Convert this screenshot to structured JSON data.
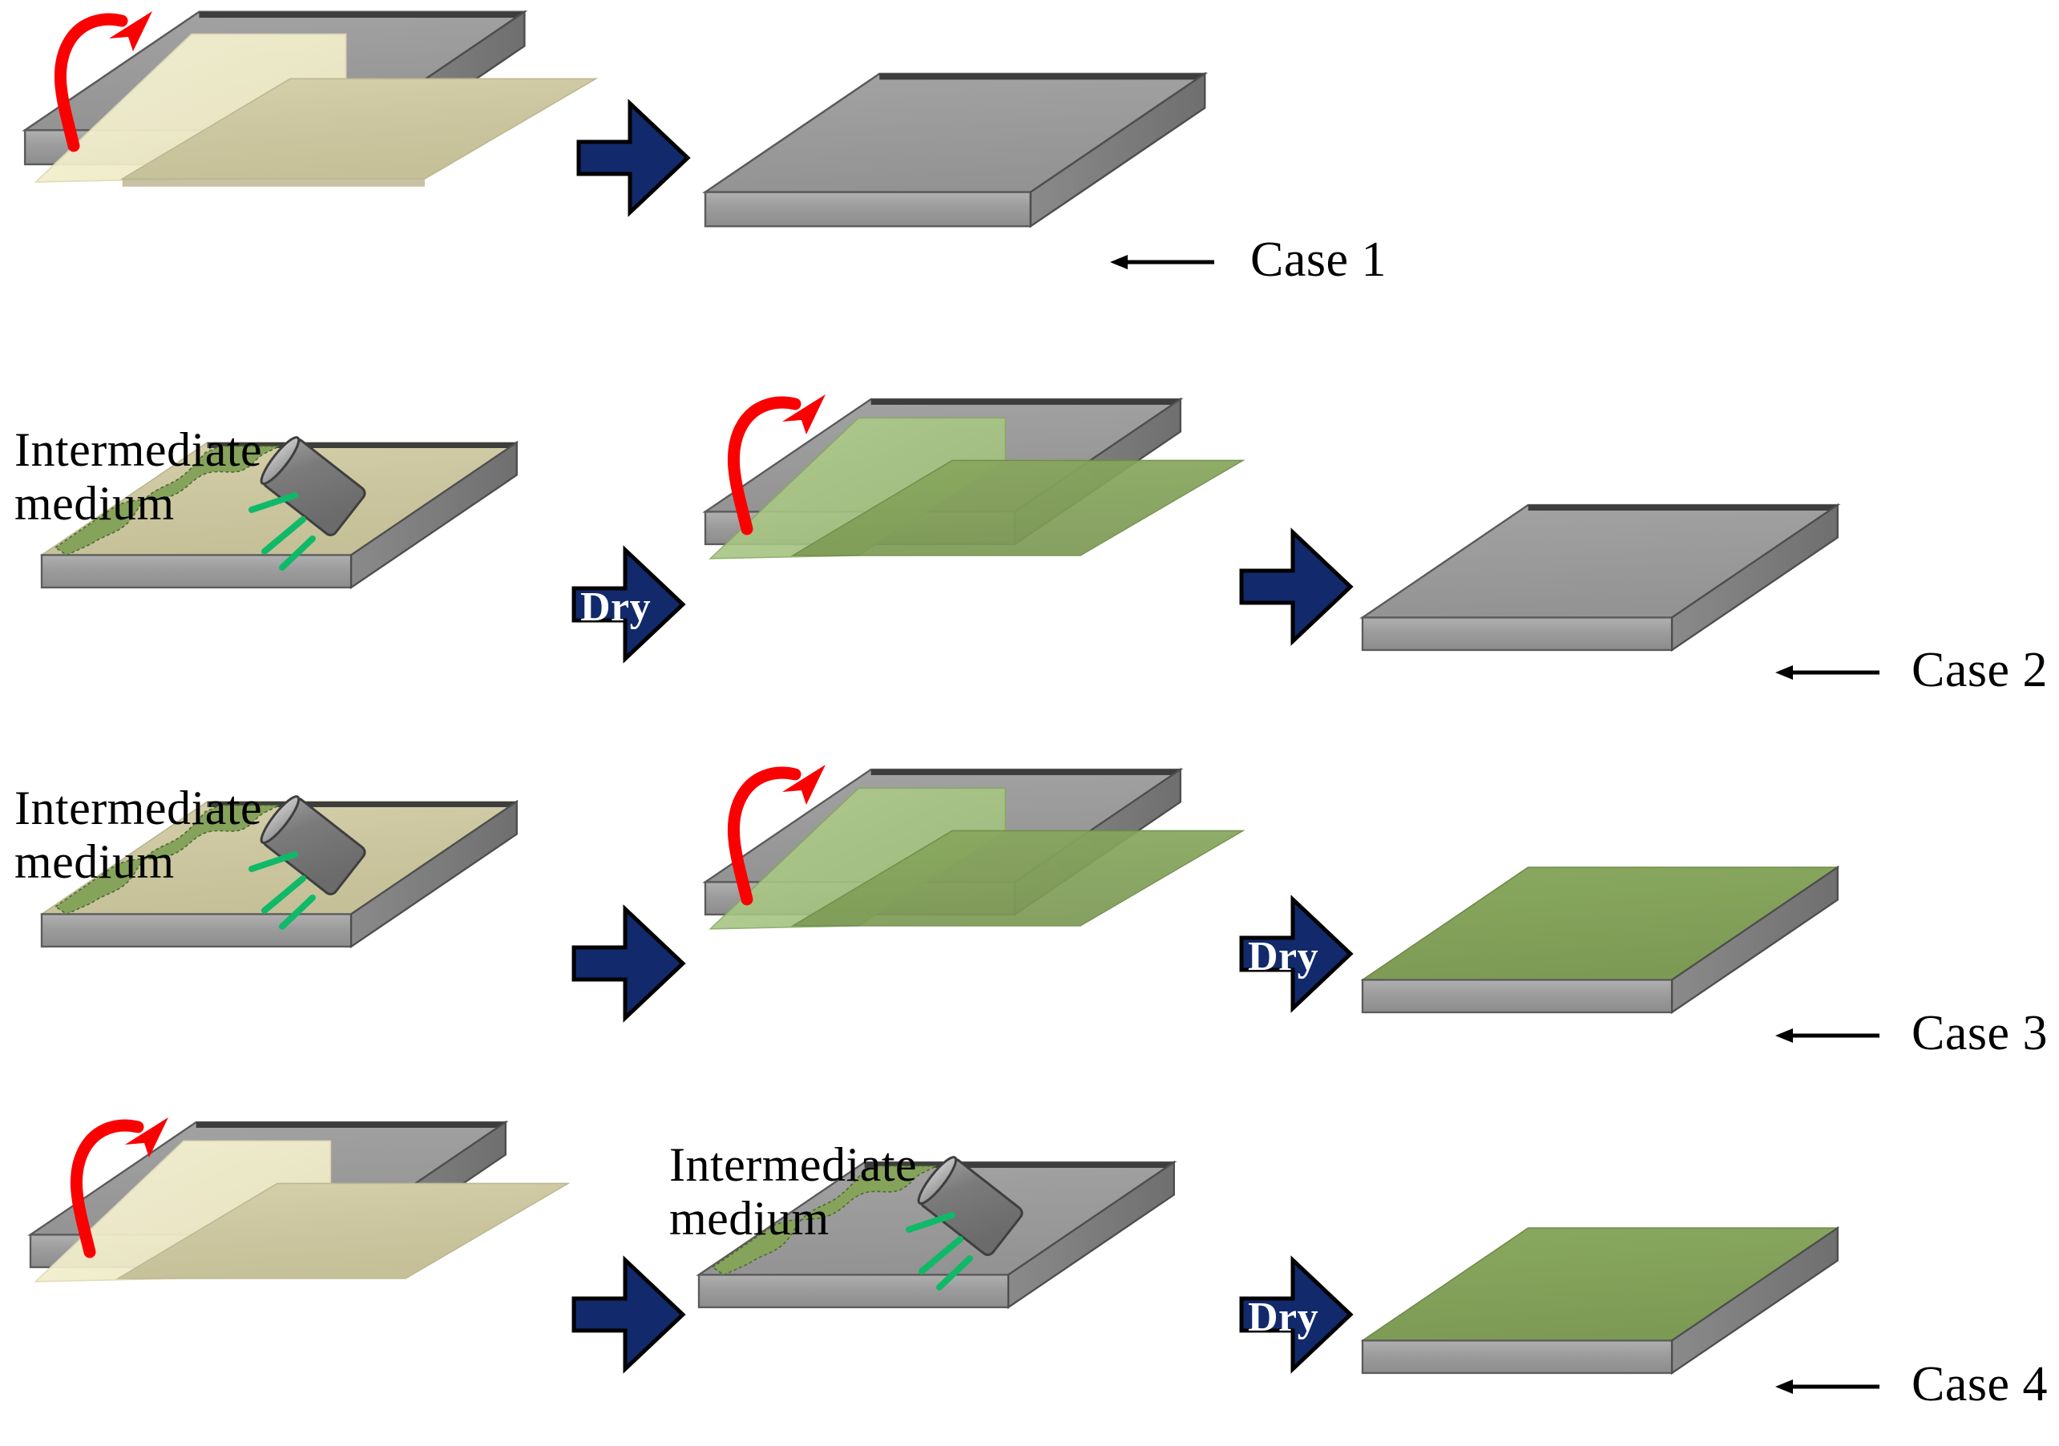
{
  "figure": {
    "title": "Schematic of film peeling with and without an intermediate medium",
    "type": "process-diagram",
    "background_color": "#ffffff",
    "rows": 4,
    "colors": {
      "substrate_top": "#9a9a9a",
      "substrate_top_dark": "#8e8e8e",
      "substrate_side": "#7b7b7b",
      "substrate_front": "#a5a5a5",
      "film_tan": "#cdc8a3",
      "film_tan_light": "#f4f0cc",
      "film_green": "#82a058",
      "film_green_light": "#a9c585",
      "medium_green": "#86a35b",
      "spray_green": "#0fb968",
      "nozzle_gray": "#7e7e7e",
      "nozzle_gray_light": "#b5b5b5",
      "arrow_blue": "#122a6b",
      "arrow_red": "#fa0000",
      "text_black": "#000000",
      "dry_text": "#ffffff"
    }
  },
  "labels": {
    "intermediate_medium": {
      "line1": "Intermediate",
      "line2": "medium"
    },
    "dry": "Dry",
    "case_1": "Case 1",
    "case_2": "Case 2",
    "case_3": "Case 3",
    "case_4": "Case 4"
  },
  "rows": [
    {
      "id": "case-1",
      "case_label": "Case 1",
      "steps": [
        {
          "kind": "peel",
          "film": "tan",
          "note": "tan film peeling off gray substrate, red curved arrow"
        },
        {
          "kind": "bare-substrate",
          "note": "bare gray substrate after peeling"
        }
      ],
      "arrows": [
        "plain"
      ]
    },
    {
      "id": "case-2",
      "case_label": "Case 2",
      "steps": [
        {
          "kind": "spray",
          "film": "tan",
          "note": "intermediate medium sprayed onto tan film"
        },
        {
          "kind": "peel",
          "film": "green",
          "note": "green film peeling off gray substrate"
        },
        {
          "kind": "bare-substrate",
          "note": "bare gray substrate after peeling"
        }
      ],
      "arrows": [
        "dry",
        "plain"
      ]
    },
    {
      "id": "case-3",
      "case_label": "Case 3",
      "steps": [
        {
          "kind": "spray",
          "film": "tan",
          "note": "intermediate medium sprayed onto tan film"
        },
        {
          "kind": "peel",
          "film": "green",
          "note": "green film peeling off gray substrate"
        },
        {
          "kind": "coated-substrate",
          "film": "green",
          "note": "green coated substrate"
        }
      ],
      "arrows": [
        "plain",
        "dry"
      ]
    },
    {
      "id": "case-4",
      "case_label": "Case 4",
      "steps": [
        {
          "kind": "peel",
          "film": "tan",
          "note": "tan film peeling off gray substrate, red curved arrow"
        },
        {
          "kind": "spray",
          "film": "bare",
          "note": "intermediate medium sprayed onto bare gray substrate"
        },
        {
          "kind": "coated-substrate",
          "film": "green",
          "note": "green coated substrate"
        }
      ],
      "arrows": [
        "plain",
        "dry"
      ]
    }
  ]
}
